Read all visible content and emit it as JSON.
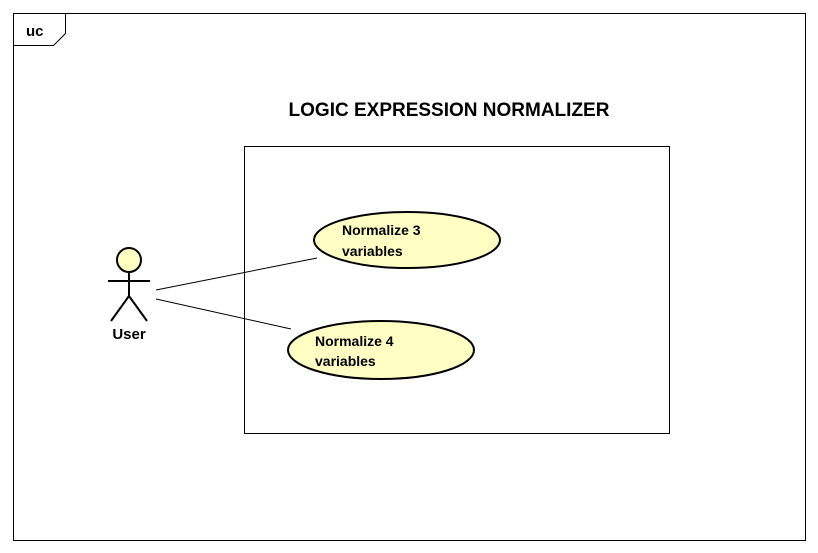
{
  "frame": {
    "tag": "uc"
  },
  "system": {
    "title": "LOGIC EXPRESSION NORMALIZER"
  },
  "actor": {
    "name": "User"
  },
  "use_cases": [
    {
      "line1": "Normalize 3",
      "line2": "variables"
    },
    {
      "line1": "Normalize 4",
      "line2": "variables"
    }
  ],
  "colors": {
    "use_case_fill": "#FFFFC4",
    "actor_fill": "#FFFFC4",
    "stroke": "#000000"
  }
}
